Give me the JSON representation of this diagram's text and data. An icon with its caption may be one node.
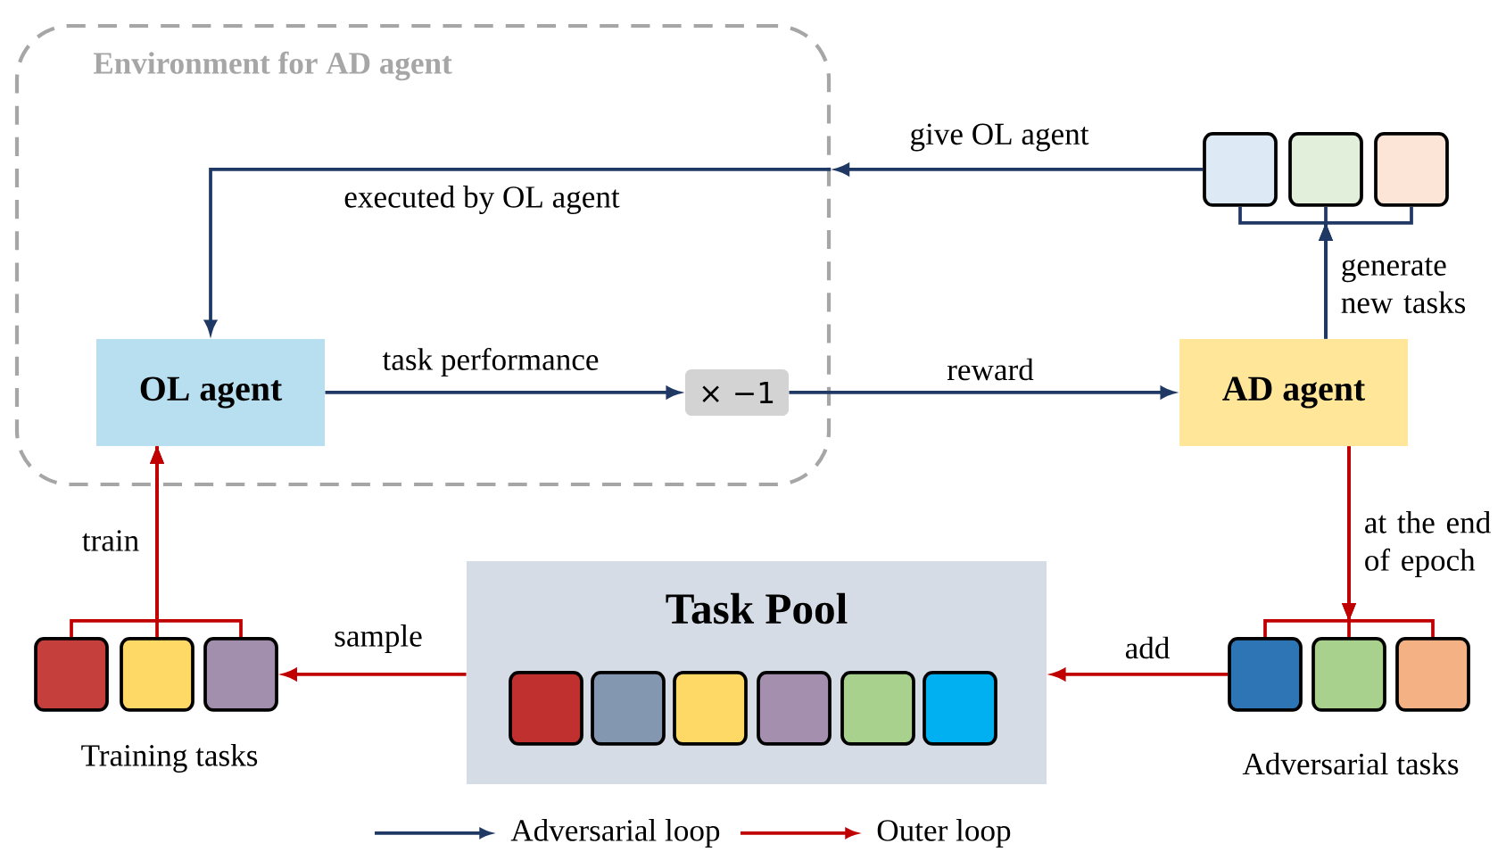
{
  "diagram": {
    "nodes": [
      {
        "text": [
          "Environment for AD agent"
        ]
      },
      {
        "text": [
          "OL agent"
        ],
        "in": 0
      },
      {
        "text": [
          "× −1"
        ],
        "in": 0
      },
      {
        "text": [],
        "shape": "box"
      },
      {
        "text": [],
        "shape": "box"
      },
      {
        "text": [],
        "shape": "box"
      },
      {
        "text": [
          "AD agent"
        ]
      },
      {
        "text": [],
        "shape": "box"
      },
      {
        "text": [],
        "shape": "box"
      },
      {
        "text": [],
        "shape": "box"
      },
      {
        "text": [
          "Task Pool"
        ]
      },
      {
        "text": [],
        "shape": "box",
        "in": 10
      },
      {
        "text": [],
        "shape": "box",
        "in": 10
      },
      {
        "text": [],
        "shape": "box",
        "in": 10
      },
      {
        "text": [],
        "shape": "box",
        "in": 10
      },
      {
        "text": [],
        "shape": "box",
        "in": 10
      },
      {
        "text": [],
        "shape": "box",
        "in": 10
      },
      {
        "text": [],
        "shape": "box"
      },
      {
        "text": [],
        "shape": "box"
      },
      {
        "text": [],
        "shape": "box"
      }
    ],
    "edges": [
      {
        "from": 3,
        "to": 0,
        "arrow": "to",
        "label": "give OL agent",
        "color": "#1f3864"
      },
      {
        "from": 0,
        "to": 1,
        "arrow": "to",
        "label": "executed by OL agent",
        "color": "#1f3864"
      },
      {
        "from": 1,
        "to": 2,
        "arrow": "to",
        "label": "task performance",
        "color": "#1f3864"
      },
      {
        "from": 2,
        "to": 6,
        "arrow": "to",
        "label": "reward",
        "color": "#1f3864"
      },
      {
        "from": 6,
        "to": 3,
        "arrow": "to",
        "label": "generate new tasks",
        "color": "#1f3864"
      },
      {
        "from": 6,
        "to": 4,
        "arrow": "to",
        "color": "#1f3864"
      },
      {
        "from": 6,
        "to": 5,
        "arrow": "to",
        "color": "#1f3864"
      },
      {
        "from": 6,
        "to": 17,
        "arrow": "to",
        "label": "at the end of epoch"
      },
      {
        "from": 6,
        "to": 18,
        "arrow": "to"
      },
      {
        "from": 6,
        "to": 19,
        "arrow": "to"
      },
      {
        "from": 17,
        "to": 10,
        "arrow": "to",
        "label": "add"
      },
      {
        "from": 10,
        "to": 9,
        "arrow": "to",
        "label": "sample"
      },
      {
        "from": 7,
        "to": 1,
        "arrow": "to",
        "label": "train"
      },
      {
        "from": 8,
        "to": 1,
        "arrow": "to"
      },
      {
        "from": 9,
        "to": 1,
        "arrow": "to"
      }
    ],
    "labels": [
      "Training tasks",
      "Adversarial tasks"
    ],
    "legend": [
      {
        "text": "Adversarial loop"
      },
      {
        "text": "Outer loop"
      }
    ]
  }
}
